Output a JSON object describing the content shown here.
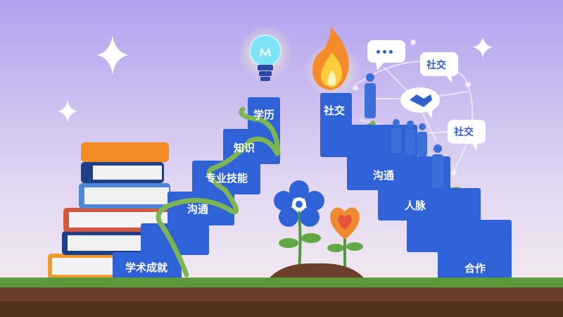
{
  "left_stairs": [
    "学术成就",
    "沟通",
    "专业技能",
    "知识",
    "学历"
  ],
  "right_stairs": [
    "社交",
    "沟通",
    "人脉",
    "合作"
  ],
  "bubbles": {
    "dots": "•••",
    "social_1": "社交",
    "social_2": "社交"
  },
  "colors": {
    "step": "#2f62d6",
    "vine": "#7cb552",
    "sky_top": "#b4a4ee",
    "sky_bottom": "#f4ecef",
    "grass": "#5e9a3c",
    "soil": "#6b3f2a"
  }
}
